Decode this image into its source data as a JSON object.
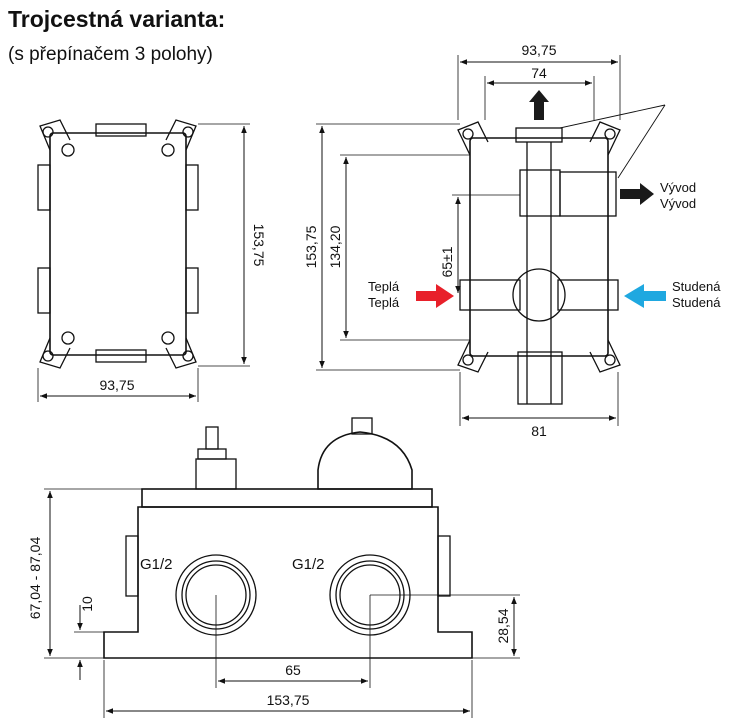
{
  "title": "Trojcestná varianta:",
  "subtitle": "(s přepínačem 3 polohy)",
  "front_view": {
    "height_dim": "153,75",
    "width_dim": "93,75"
  },
  "side_view": {
    "outer_width_dim": "93,75",
    "inner_width_dim": "74",
    "bottom_width_dim": "81",
    "outer_height_dim": "153,75",
    "inner_height_dim": "134,20",
    "offset_dim": "65±1",
    "outlet_label_1": "Vývod",
    "outlet_label_2": "Vývod",
    "hot_label_1": "Teplá",
    "hot_label_2": "Teplá",
    "cold_label_1": "Studená",
    "cold_label_2": "Studená",
    "hot_color": "#e8202a",
    "cold_color": "#1fa8e0",
    "outlet_color": "#1a1a1a"
  },
  "bottom_view": {
    "port_left": "G1/2",
    "port_right": "G1/2",
    "depth_dim": "67,04 - 87,04",
    "small_dim": "10",
    "port_height_dim": "28,54",
    "port_spacing_dim": "65",
    "width_dim": "153,75"
  }
}
